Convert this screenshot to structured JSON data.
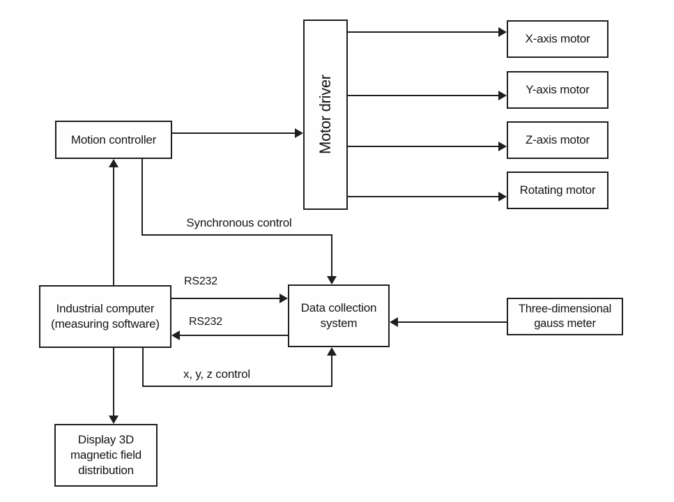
{
  "diagram": {
    "title_hint": "Magnetic field measurement system block diagram",
    "colors": {
      "background": "#ffffff",
      "line": "#1e1e1e",
      "text": "#141414"
    },
    "nodes": {
      "motion_controller": {
        "label": "Motion controller"
      },
      "motor_driver": {
        "label": "Motor driver"
      },
      "x_axis_motor": {
        "label": "X-axis motor"
      },
      "y_axis_motor": {
        "label": "Y-axis motor"
      },
      "z_axis_motor": {
        "label": "Z-axis motor"
      },
      "rotating_motor": {
        "label": "Rotating motor"
      },
      "industrial_computer": {
        "label": "Industrial computer\n(measuring software)"
      },
      "data_collection": {
        "label": "Data collection\nsystem"
      },
      "gauss_meter": {
        "label": "Three-dimensional\ngauss meter"
      },
      "display_3d": {
        "label": "Display 3D\nmagnetic field\ndistribution"
      }
    },
    "edge_labels": {
      "synchronous": "Synchronous control",
      "rs232_top": "RS232",
      "rs232_bottom": "RS232",
      "xyz": "x, y, z control"
    },
    "edges": [
      {
        "from": "Motion controller",
        "to": "Motor driver"
      },
      {
        "from": "Motor driver",
        "to": "X-axis motor"
      },
      {
        "from": "Motor driver",
        "to": "Y-axis motor"
      },
      {
        "from": "Motor driver",
        "to": "Z-axis motor"
      },
      {
        "from": "Motor driver",
        "to": "Rotating motor"
      },
      {
        "from": "Industrial computer (measuring software)",
        "to": "Motion controller"
      },
      {
        "from": "Motion controller",
        "to": "Data collection system",
        "label": "Synchronous control"
      },
      {
        "from": "Industrial computer (measuring software)",
        "to": "Data collection system",
        "label": "RS232"
      },
      {
        "from": "Data collection system",
        "to": "Industrial computer (measuring software)",
        "label": "RS232"
      },
      {
        "from": "Three-dimensional gauss meter",
        "to": "Data collection system"
      },
      {
        "from": "Industrial computer (measuring software)",
        "to": "Data collection system",
        "label": "x, y, z control"
      },
      {
        "from": "Industrial computer (measuring software)",
        "to": "Display 3D magnetic field distribution"
      }
    ]
  }
}
